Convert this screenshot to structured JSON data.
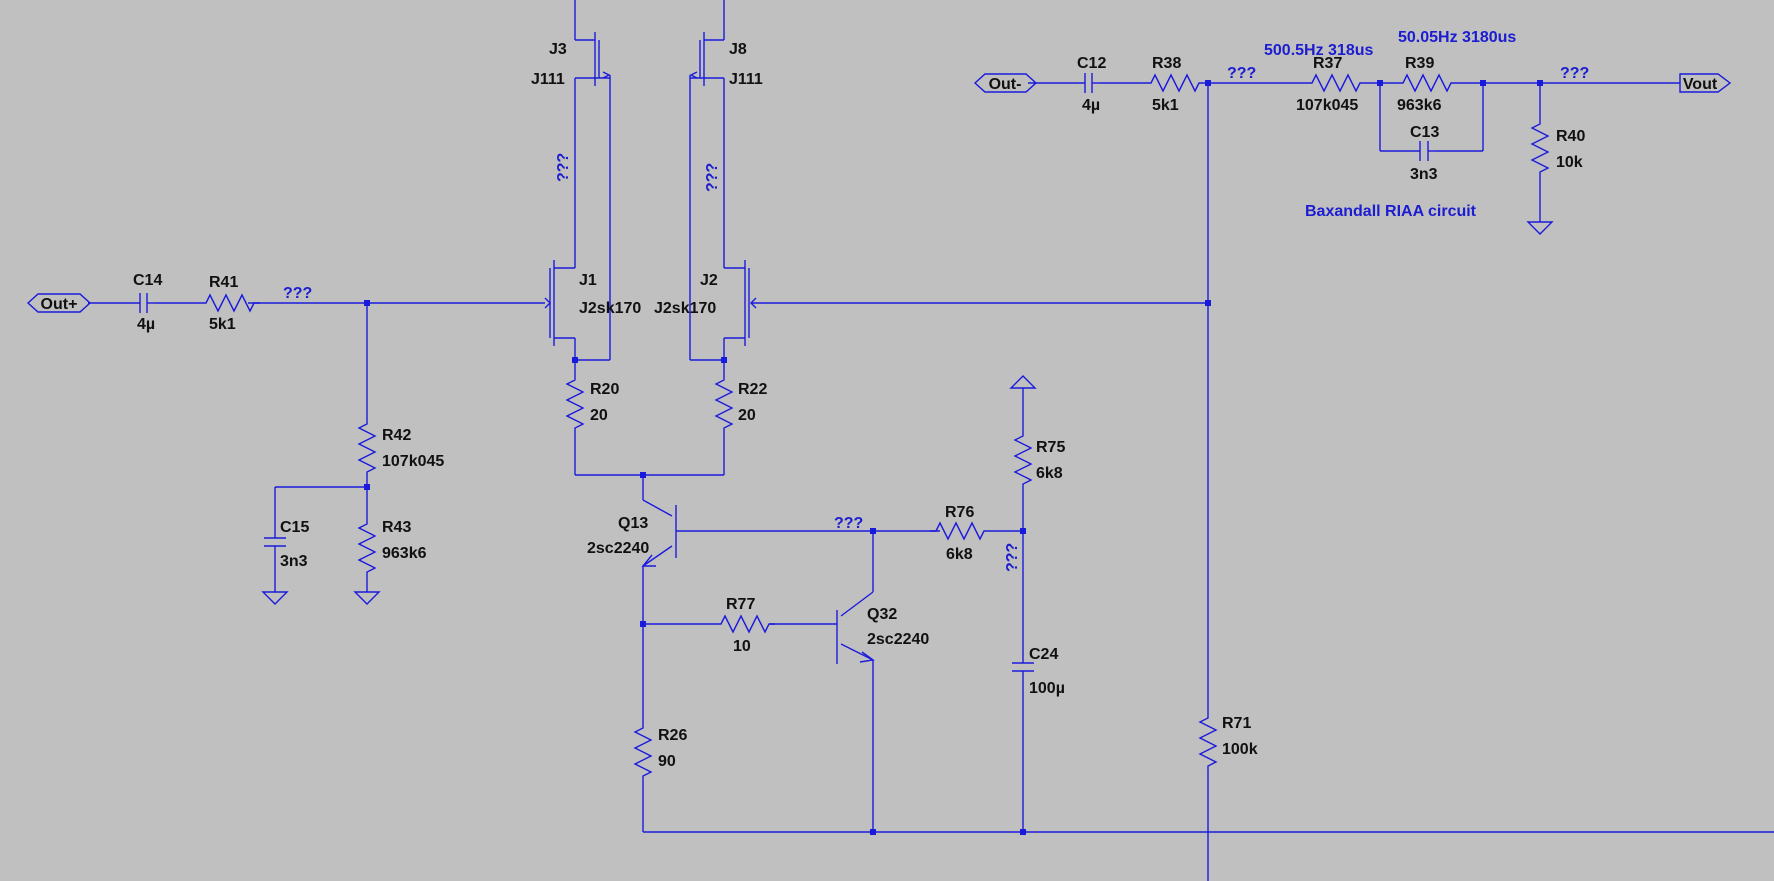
{
  "ports": {
    "out_plus": "Out+",
    "out_minus": "Out-",
    "vout": "Vout"
  },
  "components": {
    "J3": {
      "ref": "J3",
      "value": "J111"
    },
    "J8": {
      "ref": "J8",
      "value": "J111"
    },
    "J1": {
      "ref": "J1",
      "value": "J2sk170"
    },
    "J2": {
      "ref": "J2",
      "value": "J2sk170"
    },
    "C14": {
      "ref": "C14",
      "value": "4µ"
    },
    "R41": {
      "ref": "R41",
      "value": "5k1"
    },
    "C12": {
      "ref": "C12",
      "value": "4µ"
    },
    "R38": {
      "ref": "R38",
      "value": "5k1"
    },
    "R37": {
      "ref": "R37",
      "value": "107k045"
    },
    "R39": {
      "ref": "R39",
      "value": "963k6"
    },
    "C13": {
      "ref": "C13",
      "value": "3n3"
    },
    "R40": {
      "ref": "R40",
      "value": "10k"
    },
    "R42": {
      "ref": "R42",
      "value": "107k045"
    },
    "R43": {
      "ref": "R43",
      "value": "963k6"
    },
    "C15": {
      "ref": "C15",
      "value": "3n3"
    },
    "R20": {
      "ref": "R20",
      "value": "20"
    },
    "R22": {
      "ref": "R22",
      "value": "20"
    },
    "Q13": {
      "ref": "Q13",
      "value": "2sc2240"
    },
    "Q32": {
      "ref": "Q32",
      "value": "2sc2240"
    },
    "R77": {
      "ref": "R77",
      "value": "10"
    },
    "R26": {
      "ref": "R26",
      "value": "90"
    },
    "R76": {
      "ref": "R76",
      "value": "6k8"
    },
    "R75": {
      "ref": "R75",
      "value": "6k8"
    },
    "C24": {
      "ref": "C24",
      "value": "100µ"
    },
    "R71": {
      "ref": "R71",
      "value": "100k"
    }
  },
  "net_labels": {
    "unknown": "???"
  },
  "annotations": {
    "f1": "500.5Hz  318us",
    "f2": "50.05Hz  3180us",
    "title": "Baxandall RIAA circuit"
  },
  "colors": {
    "background": "#c0c0c0",
    "wire": "#1a1adc",
    "net_label": "#1c1cd0",
    "text": "#111111"
  }
}
